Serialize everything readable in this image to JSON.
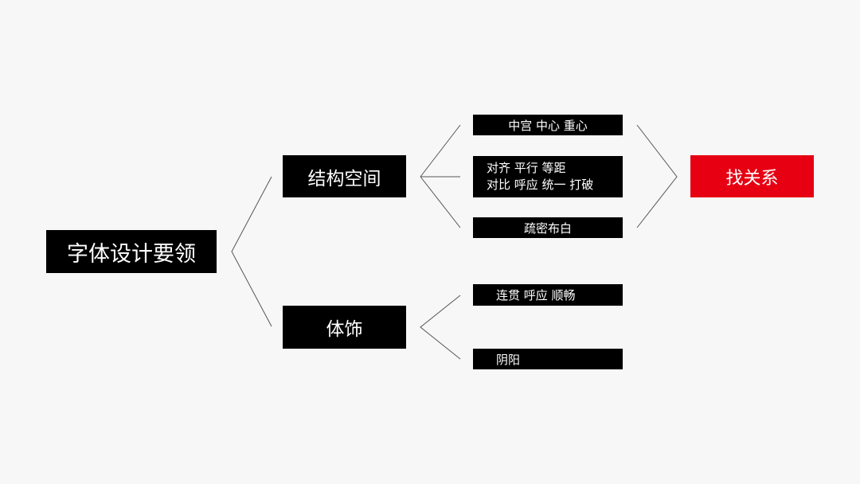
{
  "colors": {
    "background": "#f7f7f7",
    "node_fill": "#000000",
    "node_text": "#ffffff",
    "accent": "#e60012",
    "connector": "#555555"
  },
  "diagram": {
    "root": "字体设计要领",
    "branches": {
      "structure": {
        "label": "结构空间",
        "leaves": {
          "palace": "中宫 中心 重心",
          "align_line1": "对齐 平行 等距",
          "align_line2": "对比 呼应 统一 打破",
          "density": "疏密布白"
        }
      },
      "ornament": {
        "label": "体饰",
        "leaves": {
          "flow": "连贯 呼应 顺畅",
          "yinyang": "阴阳"
        }
      }
    },
    "conclusion": "找关系"
  }
}
